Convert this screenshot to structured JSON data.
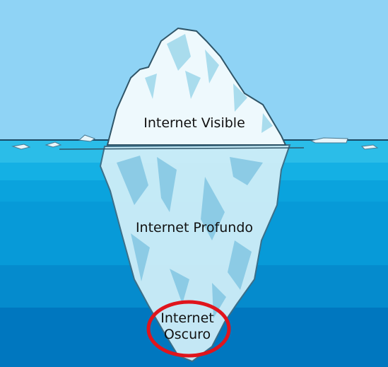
{
  "layers": {
    "top_label": "Internet Visible",
    "middle_label": "Internet Profundo",
    "bottom_label_line1": "Internet",
    "bottom_label_line2": "Oscuro"
  },
  "colors": {
    "sky": "#8fd3f5",
    "water_surface": "#2bbde8",
    "water_mid": "#0a9fdb",
    "water_deep": "#0077bf",
    "ice_light": "#e8f6fb",
    "ice_shadow": "#9fd6ea",
    "highlight_circle": "#e0141c"
  },
  "icons": [
    "iceberg",
    "red-circle-highlight"
  ]
}
